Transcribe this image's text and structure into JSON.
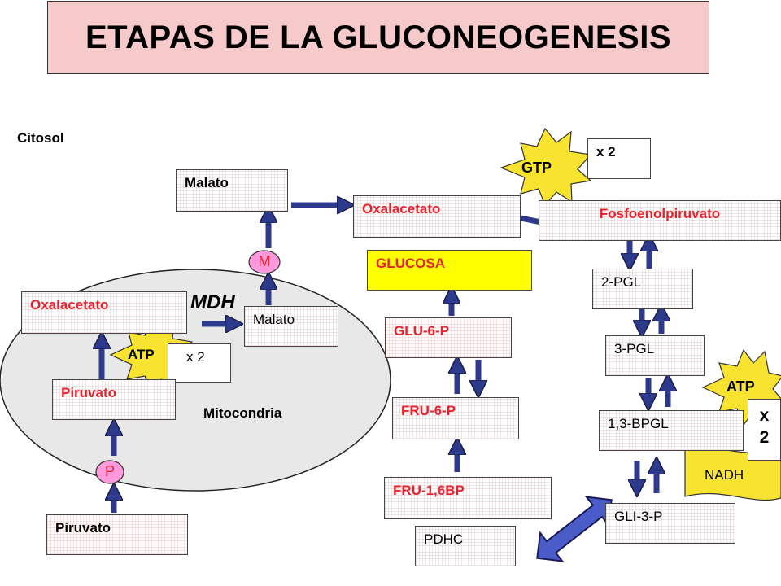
{
  "title": "ETAPAS DE LA GLUCONEOGENESIS",
  "compartments": {
    "cytosol": "Citosol",
    "mitochondria": "Mitocondria"
  },
  "enzymes": {
    "mdh": "MDH",
    "m": "M",
    "p": "P"
  },
  "cytosol_boxes": {
    "malato": "Malato",
    "oxalacetato": "Oxalacetato",
    "piruvato": "Piruvato",
    "fosfoenolpiruvato": "Fosfoenolpiruvato",
    "glucosa": "GLUCOSA",
    "glu6p": "GLU-6-P",
    "fru6p": "FRU-6-P",
    "fru16bp": "FRU-1,6BP",
    "pdhc": "PDHC",
    "pgl2": "2-PGL",
    "pgl3": "3-PGL",
    "bpgl": "1,3-BPGL",
    "gli3p": "GLI-3-P"
  },
  "mito_boxes": {
    "oxalacetato": "Oxalacetato",
    "piruvato": "Piruvato",
    "malato": "Malato"
  },
  "multipliers": {
    "gtp": "x 2",
    "atp_mito": "x 2",
    "atp_right": "x 2"
  },
  "cofactors": {
    "gtp": "GTP",
    "atp_mito": "ATP",
    "atp_right": "ATP",
    "nadh": "NADH"
  },
  "colors": {
    "title_bg": "#f6c9cb",
    "arrow": "#2d3a8c",
    "star": "#f7e330",
    "glucosa_bg": "#ffff00",
    "enzyme_circle": "#ff99dd",
    "mito_fill": "#e8e8e8",
    "red_text": "#e8222d"
  }
}
